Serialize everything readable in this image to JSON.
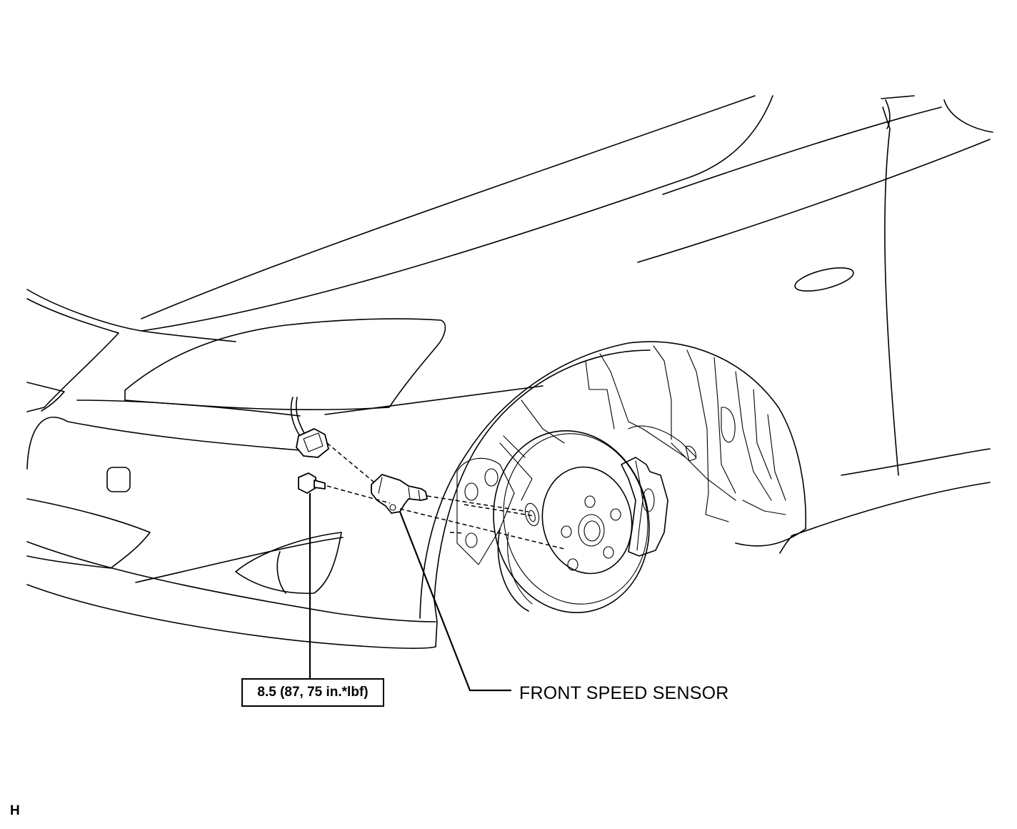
{
  "diagram": {
    "torque_spec": "8.5 (87, 75 in.*lbf)",
    "part_label": "FRONT SPEED SENSOR",
    "ref_code": "H"
  }
}
